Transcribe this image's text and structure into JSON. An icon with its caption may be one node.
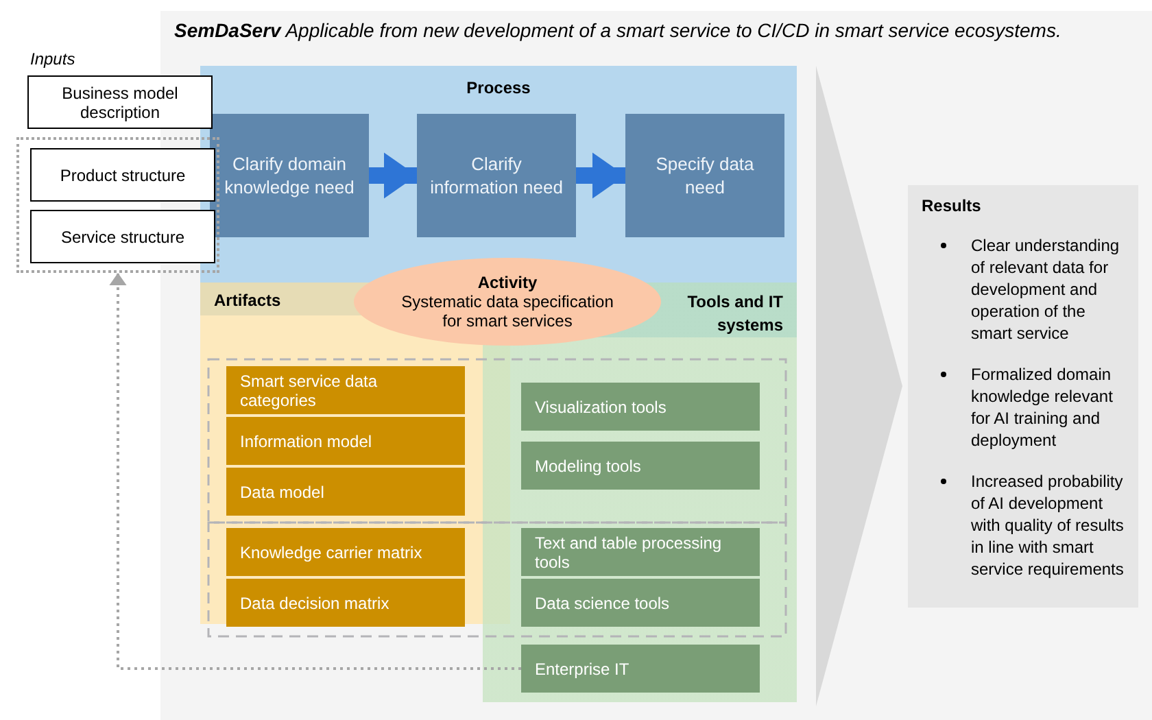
{
  "diagram": {
    "title": "**SemDaServ** Applicable from new development of a smart service to CI/CD in smart service ecosystems.",
    "nodes": [
      {
        "text": [
          "Business model description"
        ]
      },
      {
        "text": [],
        "shape": "box"
      },
      {
        "text": [
          "Product structure"
        ],
        "in": 1
      },
      {
        "text": [
          "Service structure"
        ],
        "in": 1
      },
      {
        "text": [
          "Process"
        ]
      },
      {
        "text": [
          "Clarify domain knowledge need"
        ],
        "in": 4
      },
      {
        "text": [
          "Clarify information need"
        ],
        "in": 4
      },
      {
        "text": [
          "Specify data need"
        ],
        "in": 4
      },
      {
        "text": [
          "Activity",
          "Systematic data specification for smart services"
        ]
      },
      {
        "text": [
          "Artifacts"
        ]
      },
      {
        "text": [
          "Tools and IT systems"
        ]
      },
      {
        "text": [
          "Smart service data categories"
        ],
        "in": 9
      },
      {
        "text": [
          "Information model"
        ],
        "in": 9
      },
      {
        "text": [
          "Data model"
        ],
        "in": 9
      },
      {
        "text": [
          "Knowledge carrier matrix"
        ],
        "in": 9
      },
      {
        "text": [
          "Data decision matrix"
        ],
        "in": 9
      },
      {
        "text": [
          "Visualization tools"
        ],
        "in": 10
      },
      {
        "text": [
          "Modeling tools"
        ],
        "in": 10
      },
      {
        "text": [
          "Text and table processing tools"
        ],
        "in": 10
      },
      {
        "text": [
          "Data science tools"
        ],
        "in": 10
      },
      {
        "text": [
          "Enterprise IT"
        ],
        "in": 10
      },
      {
        "text": [
          "Results",
          "Clear understanding of relevant data for development and operation of the smart service",
          "Formalized domain knowledge relevant for AI training and deployment",
          "Increased probability of AI development with quality of results in line with smart service requirements"
        ]
      },
      {
        "text": [],
        "shape": "chevron"
      }
    ],
    "edges": [
      {
        "from": 5,
        "to": 6,
        "arrow": "to"
      },
      {
        "from": 6,
        "to": 7,
        "arrow": "to"
      },
      {
        "from": 20,
        "to": 1,
        "arrow": "to",
        "style": "dashed",
        "color": "#a6a6a6"
      }
    ],
    "labels": [
      "Inputs"
    ]
  }
}
